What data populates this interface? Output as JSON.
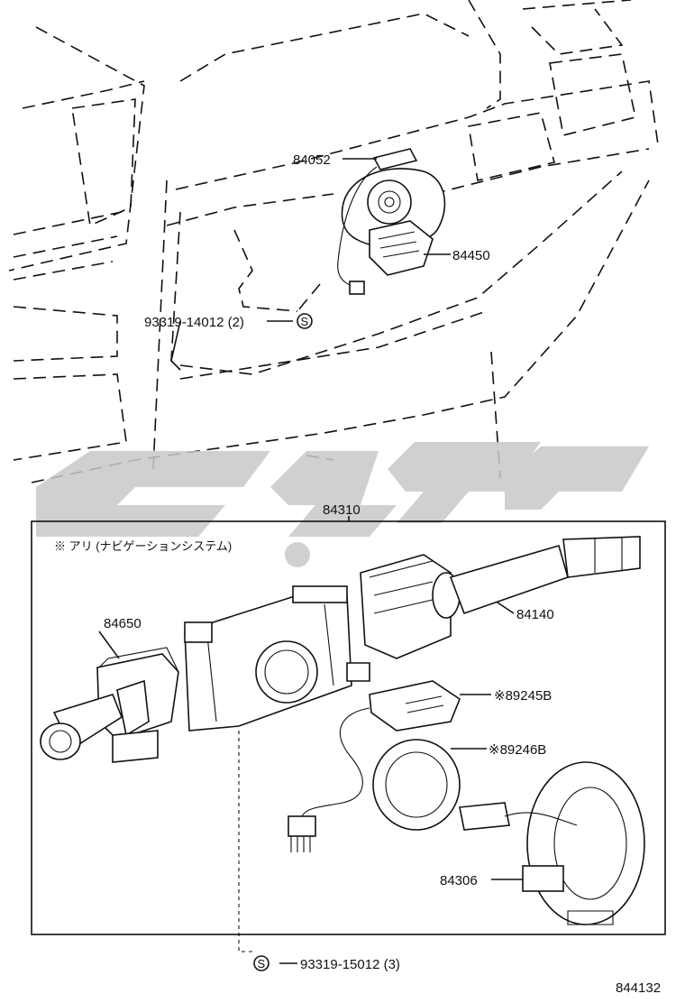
{
  "watermark": {
    "color": "#c8c8c8"
  },
  "diagram": {
    "group_label": "84310",
    "note": "※  アリ (ナビゲーションシステム)",
    "figure_code": "844132",
    "screw_symbol": "S",
    "callouts": [
      {
        "id": "84052",
        "text": "84052"
      },
      {
        "id": "84450",
        "text": "84450"
      },
      {
        "id": "93319-14012",
        "text": "93319-14012 (2)"
      },
      {
        "id": "84650",
        "text": "84650"
      },
      {
        "id": "84140",
        "text": "84140"
      },
      {
        "id": "89245B",
        "text": "※89245B"
      },
      {
        "id": "89246B",
        "text": "※89246B"
      },
      {
        "id": "84306",
        "text": "84306"
      },
      {
        "id": "93319-15012",
        "text": "93319-15012 (3)"
      }
    ]
  }
}
